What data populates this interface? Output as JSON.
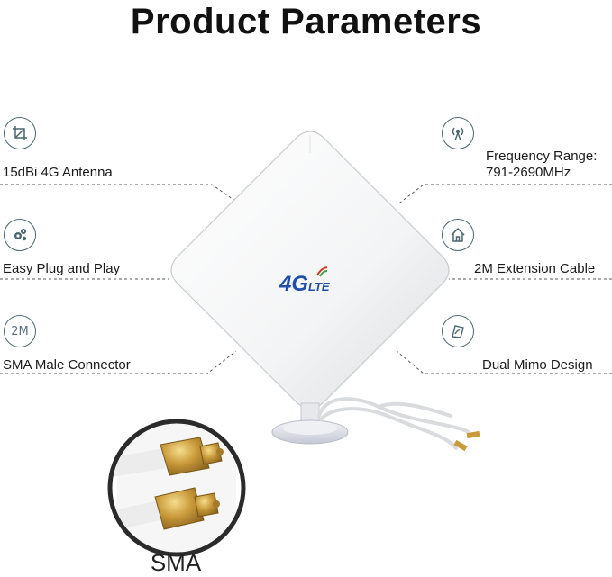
{
  "title": "Product Parameters",
  "features_left": [
    {
      "icon": "crop-icon",
      "label": "15dBi 4G Antenna"
    },
    {
      "icon": "gears-icon",
      "label": "Easy Plug and Play"
    },
    {
      "icon": "2m-icon",
      "icon_text": "2M",
      "label": "SMA Male Connector"
    }
  ],
  "features_right": [
    {
      "icon": "signal-tower-icon",
      "label_line1": "Frequency Range:",
      "label_line2": "791-2690MHz"
    },
    {
      "icon": "house-icon",
      "label": "2M Extension Cable"
    },
    {
      "icon": "leaf-card-icon",
      "label": "Dual Mimo Design"
    }
  ],
  "antenna": {
    "logo_main": "4G",
    "logo_sub": "LTE"
  },
  "connector": {
    "label": "SMA"
  },
  "colors": {
    "icon_stroke": "#4a6670",
    "logo_blue": "#1f4fa8",
    "dash": "#555555"
  }
}
